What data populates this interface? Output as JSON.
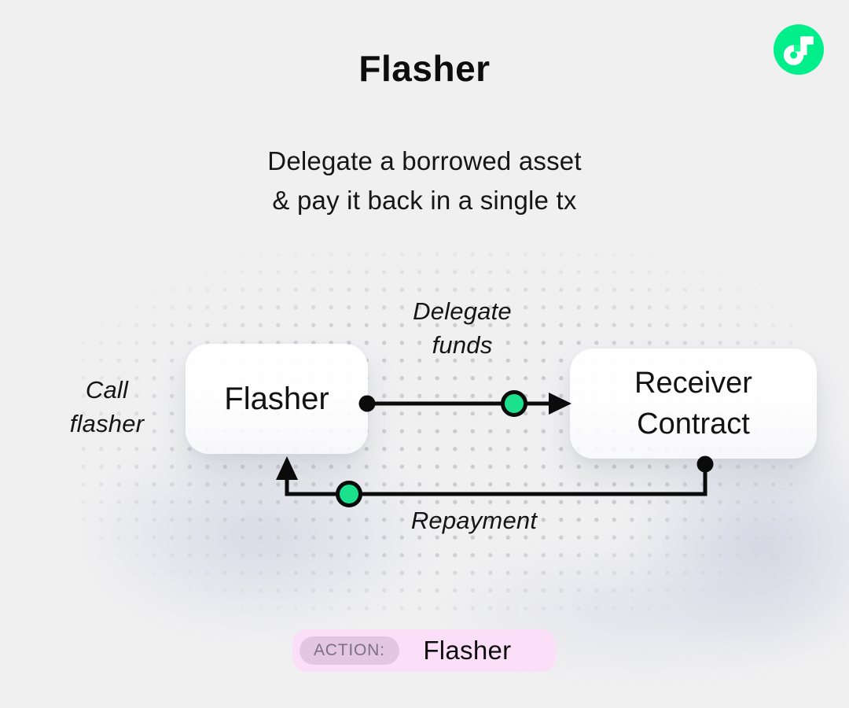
{
  "canvas": {
    "background": "#F0F0F1",
    "ink": "#0B0B0B",
    "accent_green": "#1BE08C",
    "flow_logo_green": "#00EF8B",
    "flow_logo_light_green": "#16FF99",
    "badge_bg": "#FBDFF8",
    "chip_bg": "#E3C7E0",
    "chip_text_color": "#7B7183"
  },
  "header": {
    "title": "Flasher",
    "subtitle": {
      "line1": "Delegate a borrowed asset",
      "line2": "& pay it back in a single tx"
    }
  },
  "diagram": {
    "call_label": {
      "line1": "Call",
      "line2": "flasher"
    },
    "flasher_node": {
      "label": "Flasher"
    },
    "receiver_node": {
      "line1": "Receiver",
      "line2": "Contract"
    },
    "delegate_label": {
      "line1": "Delegate",
      "line2": "funds"
    },
    "repayment_label": "Repayment"
  },
  "footer": {
    "action_label": "ACTION:",
    "action_value": "Flasher"
  }
}
